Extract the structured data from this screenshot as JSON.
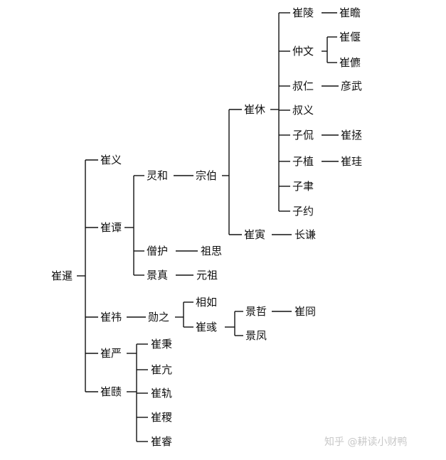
{
  "tree": {
    "root": "崔暹",
    "gen1": [
      "崔义",
      "崔谭",
      "崔祎",
      "崔严",
      "崔赜"
    ],
    "tan_children": [
      "灵和",
      "僧护",
      "景真"
    ],
    "linghe_child": "宗伯",
    "zongbo_children": [
      "崔休",
      "崔寅"
    ],
    "xiu_children": [
      "崔陵",
      "仲文",
      "叔仁",
      "叔义",
      "子侃",
      "子植",
      "子聿",
      "子约"
    ],
    "ling_child": "崔瞻",
    "zhongwen_children": [
      "崔偃",
      "崔儦"
    ],
    "shuren_child": "彦武",
    "zikan_child": "崔拯",
    "zizhi_child": "崔珪",
    "yin_child": "长谦",
    "senghu_child": "祖思",
    "jingzhen_child": "元祖",
    "yi_child": "勋之",
    "xunzhi_children": [
      "相如",
      "崔彧"
    ],
    "yu_children": [
      "景哲",
      "景凤"
    ],
    "jingzhe_child": "崔冏",
    "ze_children": [
      "崔秉",
      "崔亢",
      "崔轨",
      "崔稷",
      "崔睿"
    ]
  },
  "watermark": {
    "text": "知乎 @耕读小财鸭"
  }
}
